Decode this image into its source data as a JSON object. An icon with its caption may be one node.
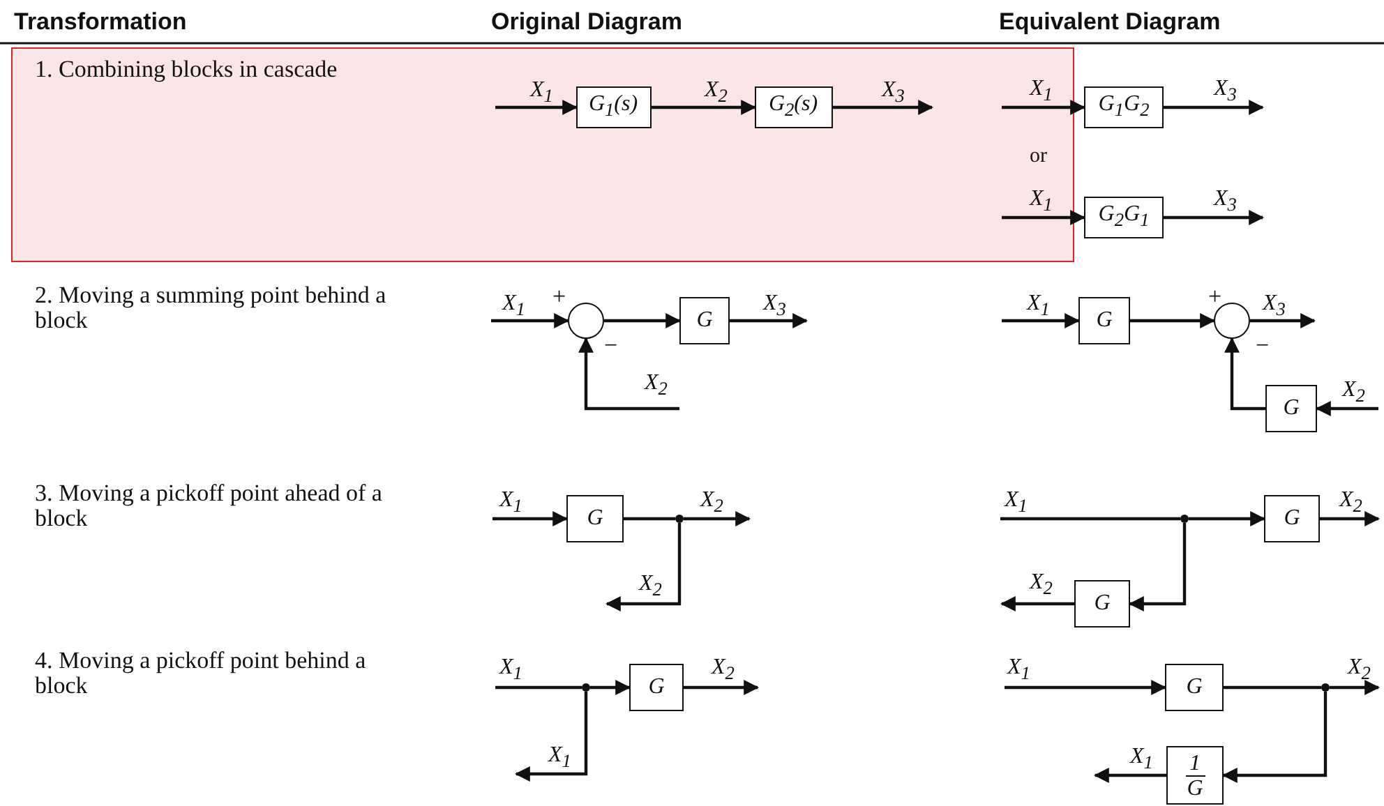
{
  "diagram": {
    "nodes": [
      {
        "text": [
          "1. Combining blocks in cascade"
        ]
      },
      {
        "text": [
          "G$_{1}$(s)"
        ],
        "in": 0
      },
      {
        "text": [
          "G$_{2}$(s)"
        ],
        "in": 0
      },
      {
        "text": [
          "G$_{1}$G$_{2}$"
        ]
      },
      {
        "text": [
          "G$_{2}$G$_{1}$"
        ]
      },
      {
        "text": [],
        "shape": "circle"
      },
      {
        "text": [
          "G"
        ]
      },
      {
        "text": [
          "G"
        ]
      },
      {
        "text": [],
        "shape": "circle"
      },
      {
        "text": [
          "G"
        ]
      },
      {
        "text": [
          "G"
        ]
      },
      {
        "text": [],
        "shape": "dot"
      },
      {
        "text": [],
        "shape": "dot"
      },
      {
        "text": [
          "G"
        ]
      },
      {
        "text": [
          "G"
        ]
      },
      {
        "text": [],
        "shape": "dot"
      },
      {
        "text": [
          "G"
        ]
      },
      {
        "text": [
          "G"
        ]
      },
      {
        "text": [],
        "shape": "dot"
      },
      {
        "text": [
          "1",
          "G"
        ]
      }
    ],
    "edges": [
      {
        "from": null,
        "to": 1,
        "arrow": "to",
        "label": "X$_{1}$"
      },
      {
        "from": 1,
        "to": 2,
        "arrow": "to",
        "label": "X$_{2}$"
      },
      {
        "from": 2,
        "to": null,
        "arrow": "to",
        "label": "X$_{3}$"
      },
      {
        "from": null,
        "to": 3,
        "arrow": "to",
        "label": "X$_{1}$"
      },
      {
        "from": 3,
        "to": null,
        "arrow": "to",
        "label": "X$_{3}$"
      },
      {
        "from": null,
        "to": 4,
        "arrow": "to",
        "label": "X$_{1}$"
      },
      {
        "from": 4,
        "to": null,
        "arrow": "to",
        "label": "X$_{3}$"
      },
      {
        "from": null,
        "to": 5,
        "arrow": "to",
        "label": "X$_{1}$"
      },
      {
        "from": null,
        "to": 5,
        "arrow": "to",
        "label": "X$_{2}$"
      },
      {
        "from": 5,
        "to": 6,
        "arrow": "to"
      },
      {
        "from": 6,
        "to": null,
        "arrow": "to",
        "label": "X$_{3}$"
      },
      {
        "from": null,
        "to": 7,
        "arrow": "to",
        "label": "X$_{1}$"
      },
      {
        "from": 7,
        "to": 8,
        "arrow": "to"
      },
      {
        "from": 8,
        "to": null,
        "arrow": "to",
        "label": "X$_{3}$"
      },
      {
        "from": null,
        "to": 9,
        "arrow": "to",
        "label": "X$_{2}$"
      },
      {
        "from": 9,
        "to": 8,
        "arrow": "to"
      },
      {
        "from": null,
        "to": 10,
        "arrow": "to",
        "label": "X$_{1}$"
      },
      {
        "from": 10,
        "to": 11,
        "arrow": "none"
      },
      {
        "from": 11,
        "to": null,
        "arrow": "to",
        "label": "X$_{2}$"
      },
      {
        "from": 11,
        "to": null,
        "arrow": "to",
        "label": "X$_{2}$"
      },
      {
        "from": null,
        "to": 12,
        "arrow": "none",
        "label": "X$_{1}$"
      },
      {
        "from": 12,
        "to": 13,
        "arrow": "to"
      },
      {
        "from": 13,
        "to": null,
        "arrow": "to",
        "label": "X$_{2}$"
      },
      {
        "from": 12,
        "to": 14,
        "arrow": "to"
      },
      {
        "from": 14,
        "to": null,
        "arrow": "to",
        "label": "X$_{2}$"
      },
      {
        "from": null,
        "to": 15,
        "arrow": "none",
        "label": "X$_{1}$"
      },
      {
        "from": 15,
        "to": 16,
        "arrow": "to"
      },
      {
        "from": 16,
        "to": null,
        "arrow": "to",
        "label": "X$_{2}$"
      },
      {
        "from": 15,
        "to": null,
        "arrow": "to",
        "label": "X$_{1}$"
      },
      {
        "from": null,
        "to": 17,
        "arrow": "to",
        "label": "X$_{1}$"
      },
      {
        "from": 17,
        "to": 18,
        "arrow": "none"
      },
      {
        "from": 18,
        "to": null,
        "arrow": "to",
        "label": "X$_{2}$"
      },
      {
        "from": 18,
        "to": 19,
        "arrow": "to"
      },
      {
        "from": 19,
        "to": null,
        "arrow": "to",
        "label": "X$_{1}$"
      }
    ],
    "labels": [
      "Transformation",
      "Original Diagram",
      "Equivalent Diagram",
      "2. Moving a summing point behind a block",
      "3. Moving a pickoff point ahead of a block",
      "4. Moving a pickoff point behind a block",
      "or",
      "+",
      "−",
      "+",
      "−"
    ]
  }
}
